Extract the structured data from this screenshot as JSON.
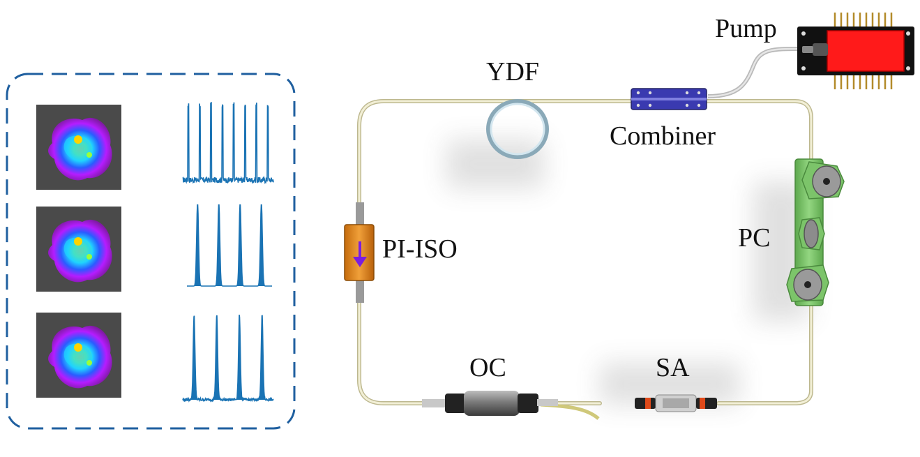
{
  "labels": {
    "pump": "Pump",
    "ydf": "YDF",
    "combiner": "Combiner",
    "pc": "PC",
    "pi_iso": "PI-ISO",
    "oc": "OC",
    "sa": "SA"
  },
  "inset": {
    "rows": [
      {
        "pattern": "spiky-noisy-pulse-train",
        "pulses": 8
      },
      {
        "pattern": "clean-pulse-train",
        "pulses": 4
      },
      {
        "pattern": "broad-base-pulse-train",
        "pulses": 4
      }
    ]
  },
  "colors": {
    "fiber": "#ddd9b4",
    "dashed_border": "#1f5f9f",
    "trace": "#1a73b4",
    "pump_body": "#ff1a1a",
    "combiner": "#3a3ab0",
    "pc": "#7cc46a",
    "isolator": "#e08a1e",
    "isolator_arrow": "#7a1ee0"
  }
}
